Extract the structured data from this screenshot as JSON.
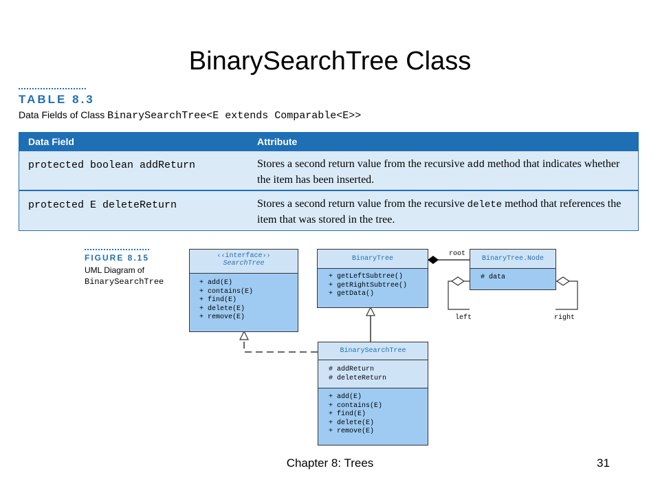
{
  "slide": {
    "title": "BinarySearchTree Class",
    "footer": "Chapter 8: Trees",
    "page_number": "31"
  },
  "table": {
    "label": "TABLE 8.3",
    "caption_prefix": "Data Fields of Class ",
    "caption_class": "BinarySearchTree<E extends Comparable<E>>",
    "headers": [
      "Data Field",
      "Attribute"
    ],
    "rows": [
      {
        "field": "protected boolean addReturn",
        "attr_before": "Stores a second return value from the recursive ",
        "attr_code": "add",
        "attr_after": " method that indicates whether the item has been inserted."
      },
      {
        "field": "protected E deleteReturn",
        "attr_before": "Stores a second return value from the recursive ",
        "attr_code": "delete",
        "attr_after": " method that references the item that was stored in the tree."
      }
    ]
  },
  "figure": {
    "label": "FIGURE 8.15",
    "caption_line1": "UML Diagram of",
    "caption_line2": "BinarySearchTree",
    "search_tree": {
      "stereotype": "‹‹interface››",
      "name": "SearchTree",
      "methods": [
        "+ add(E)",
        "+ contains(E)",
        "+ find(E)",
        "+ delete(E)",
        "+ remove(E)"
      ]
    },
    "binary_tree": {
      "name": "BinaryTree",
      "methods": [
        "+ getLeftSubtree()",
        "+ getRightSubtree()",
        "+ getData()"
      ]
    },
    "node": {
      "name": "BinaryTree.Node",
      "fields": [
        "# data"
      ]
    },
    "bst": {
      "name": "BinarySearchTree",
      "fields": [
        "# addReturn",
        "# deleteReturn"
      ],
      "methods": [
        "+ add(E)",
        "+ contains(E)",
        "+ find(E)",
        "+ delete(E)",
        "+ remove(E)"
      ]
    },
    "labels": {
      "root": "root",
      "left": "left",
      "right": "right"
    }
  },
  "colors": {
    "accent": "#1f6fb5",
    "table_body": "#dbeaf7",
    "class_box": "#9fcbf2",
    "class_header": "#cfe3f7"
  }
}
